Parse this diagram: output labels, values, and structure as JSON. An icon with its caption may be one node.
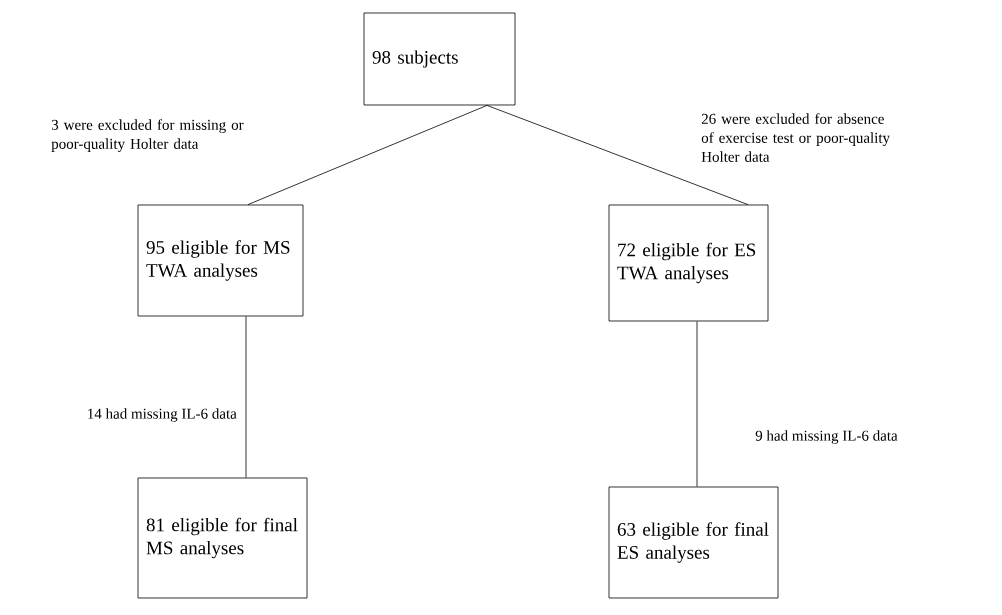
{
  "diagram": {
    "nodes": [
      {
        "text": [
          "98 subjects"
        ]
      },
      {
        "text": [
          "95 eligible for MS TWA analyses"
        ]
      },
      {
        "text": [
          "72 eligible for ES TWA analyses"
        ]
      },
      {
        "text": [
          "81 eligible for final MS analyses"
        ]
      },
      {
        "text": [
          "63 eligible for final ES analyses"
        ]
      }
    ],
    "edges": [
      {
        "from": 0,
        "to": 1,
        "arrow": "none",
        "label": "3 were excluded for missing or poor-quality Holter data"
      },
      {
        "from": 0,
        "to": 2,
        "arrow": "none",
        "label": "26 were excluded for absence of exercise test or poor-quality Holter data"
      },
      {
        "from": 1,
        "to": 3,
        "arrow": "none",
        "label": "14 had missing IL-6 data"
      },
      {
        "from": 2,
        "to": 4,
        "arrow": "none",
        "label": "9 had missing IL-6 data"
      }
    ]
  }
}
